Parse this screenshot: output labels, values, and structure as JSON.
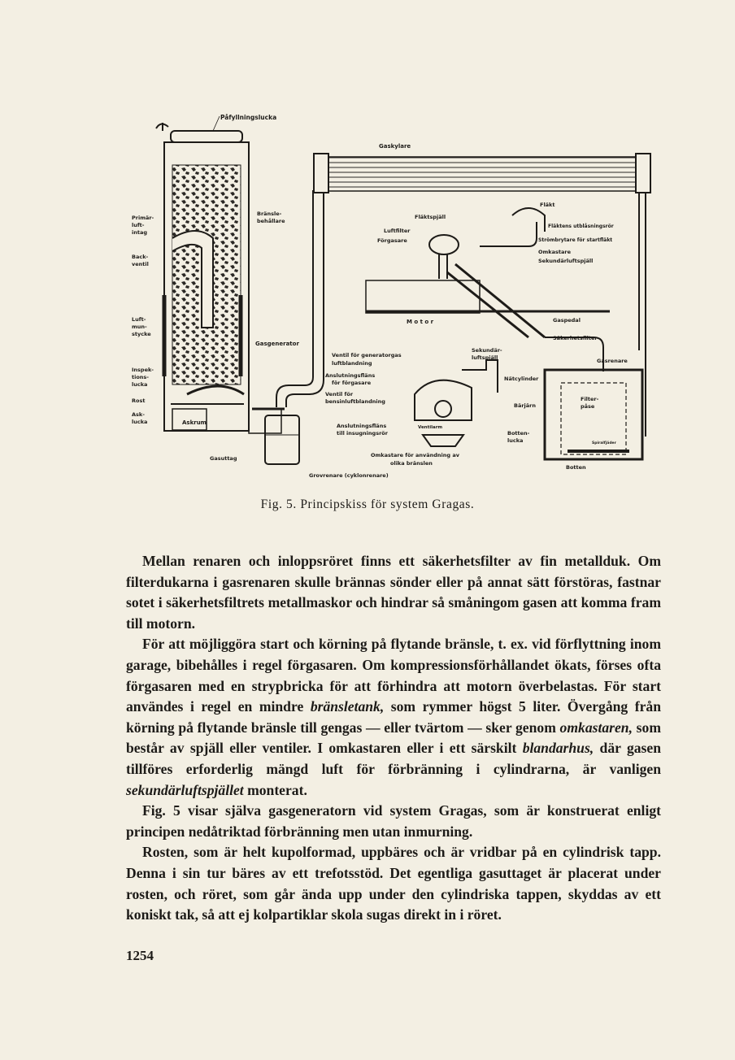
{
  "figure": {
    "labels": {
      "pafyllningslucka": "Påfyllningslucka",
      "gaskylare": "Gaskylare",
      "primar_luft_intag": [
        "Primär-",
        "luft-",
        "intag"
      ],
      "bransle_behallare": [
        "Bränsle-",
        "behållare"
      ],
      "back_ventil": [
        "Back-",
        "ventil"
      ],
      "luft_munstycke": [
        "Luft-",
        "mun-",
        "stycke"
      ],
      "inspektions_lucka": [
        "Inspek-",
        "tions-",
        "lucka"
      ],
      "rost": "Rost",
      "ask_lucka": [
        "Ask-",
        "lucka"
      ],
      "askrum": "Askrum",
      "gasuttag": "Gasuttag",
      "gasgenerator": "Gasgenerator",
      "flakt": "Fläkt",
      "flaktspjall": "Fläktspjäll",
      "luftfilter_forgasare": [
        "Luftfilter",
        "Förgasare"
      ],
      "flaktens_utblasningsror": "Fläktens utblåsningsrör",
      "strombrytare": "Strömbrytare för startfläkt",
      "omkastare": "Omkastare",
      "sekundarluftspjall": "Sekundärluftspjäll",
      "motor": "M o t o r",
      "gaspedal": "Gaspedal",
      "sakerhetsfilter": "Säkerhetsfilter",
      "ventil_generatorgas": [
        "Ventil för generatorgas",
        "luftblandning"
      ],
      "sekundar_luftspjall": [
        "Sekundär-",
        "luftspjäll"
      ],
      "gasrenare": "Gasrenare",
      "anslutningsflans_forgasare": [
        "Anslutningsfläns",
        "för förgasare"
      ],
      "natcylinder": "Nätcylinder",
      "ventil_bensin": [
        "Ventil för",
        "bensinluftblandning"
      ],
      "barjarn": "Bärjärn",
      "filterpase": [
        "Filter-",
        "påse"
      ],
      "anslutningsflans_insug": [
        "Anslutningsfläns",
        "till insugningsrör"
      ],
      "ventilarm": "Ventilarm",
      "bottenlucka": [
        "Botten-",
        "lucka"
      ],
      "spiralfjader": "Spiralfjäder",
      "omkastare_bransle": [
        "Omkastare för användning av",
        "olika bränslen"
      ],
      "grovrenare": "Grovrenare (cyklonrenare)",
      "botten": "Botten"
    },
    "caption": "Fig. 5. Principskiss för system Gragas."
  },
  "text": {
    "p1": "Mellan renaren och inloppsröret finns ett säkerhetsfilter av fin metallduk. Om filterdukarna i gasrenaren skulle brännas sönder eller på annat sätt förstöras, fastnar sotet i säkerhetsfiltrets metallmaskor och hindrar så småningom gasen att komma fram till motorn.",
    "p2_a": "För att möjliggöra start och körning på flytande bränsle, t. ex. vid förflyttning inom garage, bibehålles i regel förgasaren. Om kompressionsförhållandet ökats, förses ofta förgasaren med en strypbricka för att förhindra att motorn överbelastas. För start användes i regel en mindre ",
    "p2_em1": "bränsletank,",
    "p2_b": " som rymmer högst 5 liter. Övergång från körning på flytande bränsle till gengas — eller tvärtom — sker genom ",
    "p2_em2": "omkastaren,",
    "p2_c": " som består av spjäll eller ventiler. I omkastaren eller i ett särskilt ",
    "p2_em3": "blandarhus,",
    "p2_d": " där gasen tillföres erforderlig mängd luft för förbränning i cylindrarna, är vanligen ",
    "p2_em4": "sekundärluftspjället",
    "p2_e": " monterat.",
    "p3": "Fig. 5 visar själva gasgeneratorn vid system Gragas, som är konstruerat enligt principen nedåtriktad förbränning men utan inmurning.",
    "p4": "Rosten, som är helt kupolformad, uppbäres och är vridbar på en cylindrisk tapp. Denna i sin tur bäres av ett trefotsstöd. Det egentliga gasuttaget är placerat under rosten, och röret, som går ända upp under den cylindriska tappen, skyddas av ett koniskt tak, så att ej kolpartiklar skola sugas direkt in i röret."
  },
  "page_number": "1254"
}
